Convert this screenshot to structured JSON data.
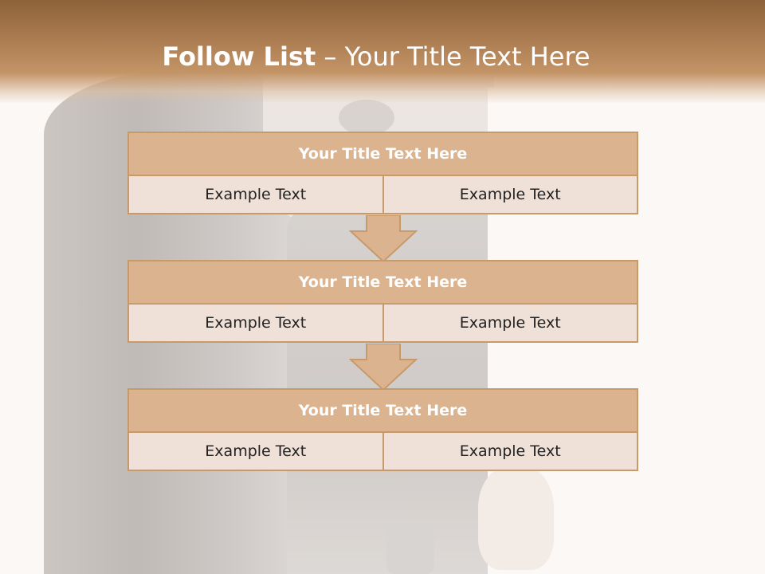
{
  "header": {
    "title_bold": "Follow List",
    "title_rest": " – Your Title Text Here"
  },
  "blocks": [
    {
      "title": "Your Title Text Here",
      "left": "Example Text",
      "right": "Example Text"
    },
    {
      "title": "Your Title Text Here",
      "left": "Example Text",
      "right": "Example Text"
    },
    {
      "title": "Your Title Text Here",
      "left": "Example Text",
      "right": "Example Text"
    }
  ],
  "colors": {
    "header_brown": "#a97a4f",
    "block_title_fill": "#dbb38f",
    "block_cell_fill": "#efe1d7",
    "border": "#c79a6c"
  },
  "icons": [
    "arrow-down-icon"
  ]
}
